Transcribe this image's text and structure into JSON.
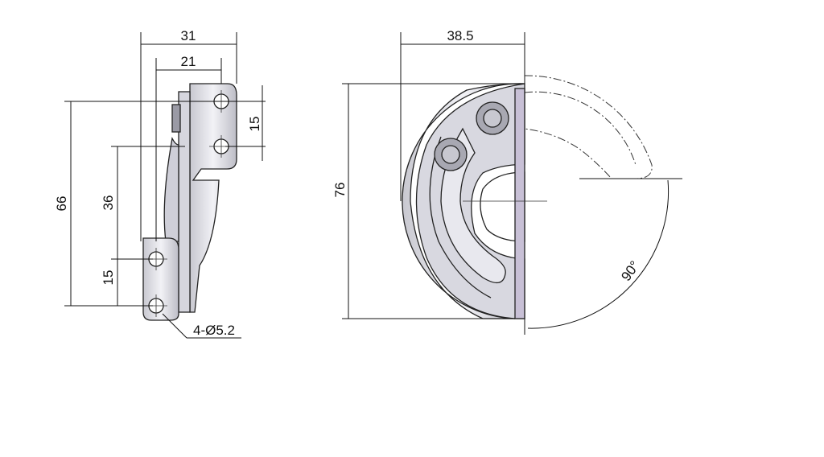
{
  "side_view": {
    "dim_overall_width": "31",
    "dim_inner_width": "21",
    "dim_top_hole_pitch": "15",
    "dim_overall_height": "66",
    "dim_center_distance": "36",
    "dim_bottom_hole_pitch": "15",
    "hole_callout": "4-Ø5.2"
  },
  "front_view": {
    "dim_width": "38.5",
    "dim_height": "76",
    "dim_angle": "90°"
  },
  "colors": {
    "metal_fill": "#e4e4ea",
    "metal_shadow": "#b8b8c2",
    "line": "#111111"
  }
}
